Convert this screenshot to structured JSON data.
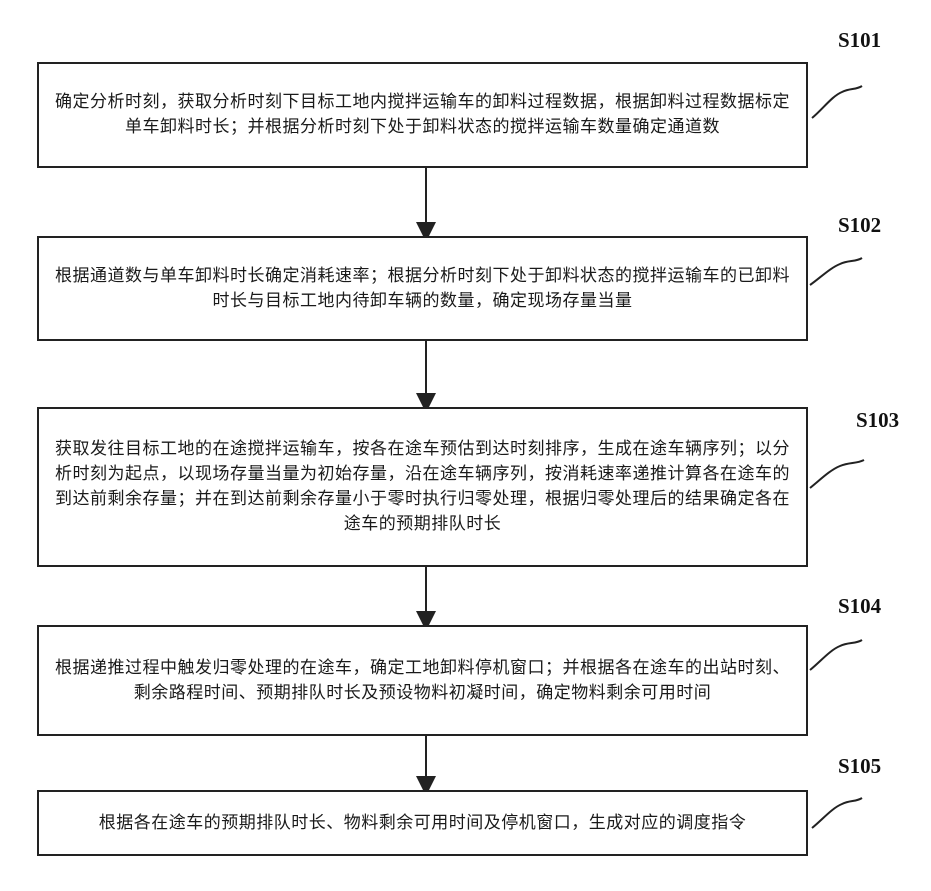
{
  "steps": [
    {
      "label": "S101",
      "text": "确定分析时刻，获取分析时刻下目标工地内搅拌运输车的卸料过程数据，根据卸料过程数据标定单车卸料时长；并根据分析时刻下处于卸料状态的搅拌运输车数量确定通道数"
    },
    {
      "label": "S102",
      "text": "根据通道数与单车卸料时长确定消耗速率；根据分析时刻下处于卸料状态的搅拌运输车的已卸料时长与目标工地内待卸车辆的数量，确定现场存量当量"
    },
    {
      "label": "S103",
      "text": "获取发往目标工地的在途搅拌运输车，按各在途车预估到达时刻排序，生成在途车辆序列；以分析时刻为起点，以现场存量当量为初始存量，沿在途车辆序列，按消耗速率递推计算各在途车的到达前剩余存量；并在到达前剩余存量小于零时执行归零处理，根据归零处理后的结果确定各在途车的预期排队时长"
    },
    {
      "label": "S104",
      "text": "根据递推过程中触发归零处理的在途车，确定工地卸料停机窗口；并根据各在途车的出站时刻、剩余路程时间、预期排队时长及预设物料初凝时间，确定物料剩余可用时间"
    },
    {
      "label": "S105",
      "text": "根据各在途车的预期排队时长、物料剩余可用时间及停机窗口，生成对应的调度指令"
    }
  ]
}
